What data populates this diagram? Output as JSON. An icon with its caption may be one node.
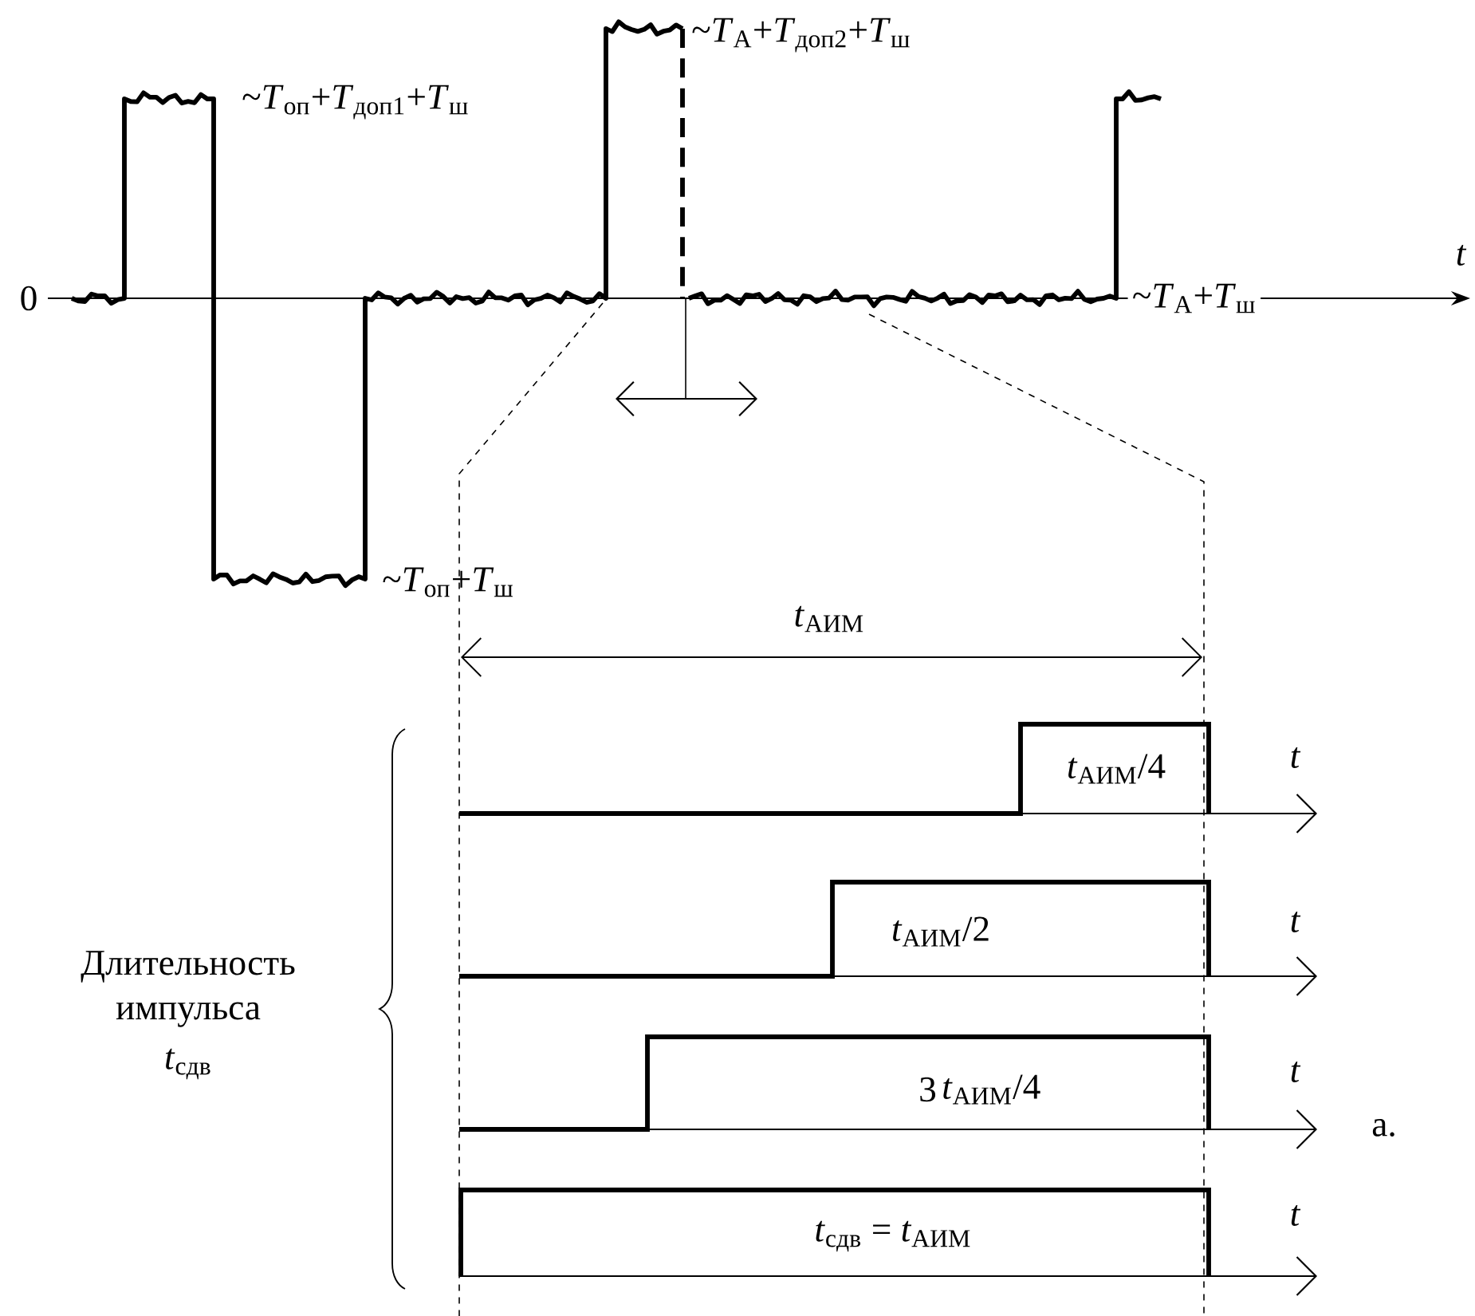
{
  "diagram": {
    "labels": [
      "~*T*$_{А}$+*T*$_{доп2}$+*T*$_{ш}$",
      "~*T*$_{оп}$+*T*$_{доп1}$+*T*$_{ш}$",
      "t",
      "0",
      "~*T*$_{А}$+*T*$_{ш}$",
      "~*T*$_{оп}$+*T*$_{ш}$",
      "*t*$_{АИМ}$",
      "*t*$_{АИМ}$/4",
      "t",
      "*t*$_{АИМ}$/2",
      "t",
      "Длительность импульса",
      "*t*$_{сдв}$",
      "3",
      "*t*$_{АИМ}$/4",
      "t",
      "а.",
      "*t*$_{сдв}$ = *t*$_{АИМ}$",
      "t"
    ]
  }
}
